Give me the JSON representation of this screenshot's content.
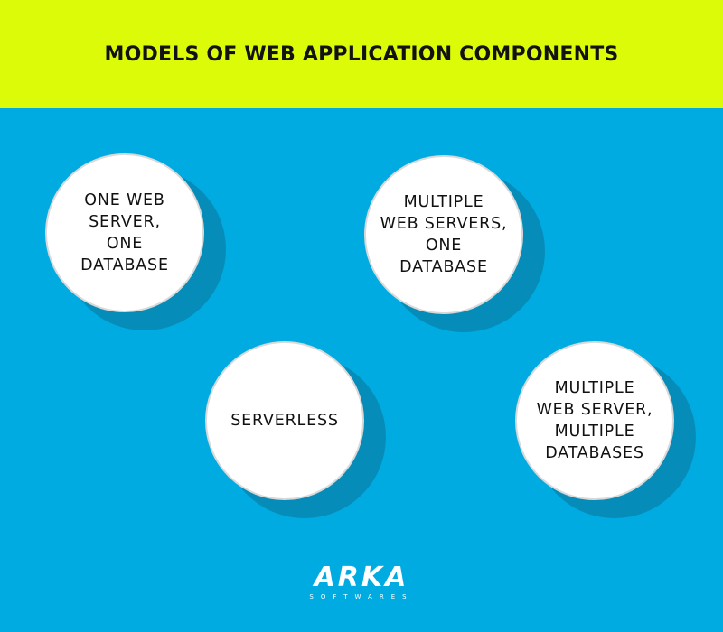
{
  "header": {
    "title": "MODELS OF WEB APPLICATION COMPONENTS"
  },
  "models": [
    {
      "label": "ONE WEB\nSERVER,\nONE\nDATABASE"
    },
    {
      "label": "MULTIPLE\nWEB SERVERS,\nONE\nDATABASE"
    },
    {
      "label": "SERVERLESS"
    },
    {
      "label": "MULTIPLE\nWEB SERVER,\nMULTIPLE\nDATABASES"
    }
  ],
  "logo": {
    "name": "ARKA",
    "tagline": "SOFTWARES"
  },
  "colors": {
    "header_bg": "#dcfb08",
    "main_bg": "#00abe1",
    "circle_bg": "#ffffff",
    "text": "#111111"
  }
}
